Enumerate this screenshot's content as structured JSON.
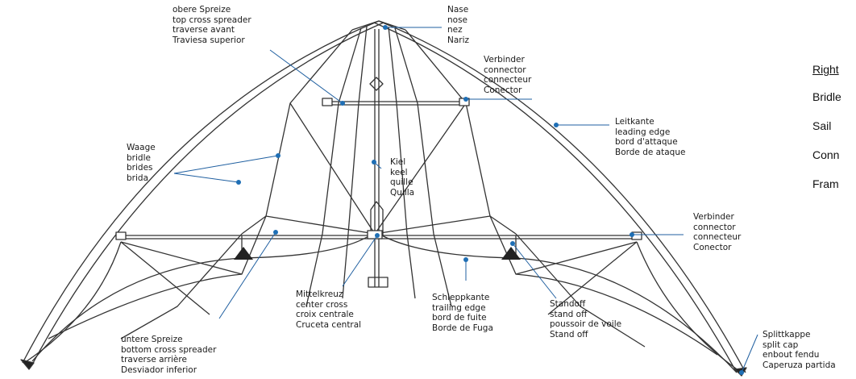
{
  "labels": {
    "nose": [
      "Nase",
      "nose",
      "nez",
      "Nariz"
    ],
    "top_spreader": [
      "obere Spreize",
      "top cross spreader",
      "traverse avant",
      "Traviesa superior"
    ],
    "connector_top": [
      "Verbinder",
      "connector",
      "connecteur",
      "Conector"
    ],
    "bridle": [
      "Waage",
      "bridle",
      "brides",
      "brida"
    ],
    "keel": [
      "Kiel",
      "keel",
      "quille",
      "Quilla"
    ],
    "leading_edge": [
      "Leitkante",
      "leading edge",
      "bord d'attaque",
      "Borde de ataque"
    ],
    "connector_right": [
      "Verbinder",
      "connector",
      "connecteur",
      "Conector"
    ],
    "center_cross": [
      "Mittelkreuz",
      "center cross",
      "croix centrale",
      "Cruceta central"
    ],
    "trailing_edge": [
      "Schleppkante",
      "trailing edge",
      "bord de fuite",
      "Borde de Fuga"
    ],
    "standoff": [
      "Standoff",
      "stand off",
      "poussoir de voile",
      "Stand off"
    ],
    "split_cap": [
      "Splittkappe",
      "split cap",
      "enbout fendu",
      "Caperuza partida"
    ],
    "bottom_spreader": [
      "untere Spreize",
      "bottom cross spreader",
      "traverse arrière",
      "Desviador inferior"
    ]
  },
  "legend": {
    "title": "Right",
    "items": [
      "Bridle",
      "Sail",
      "Conn",
      "Fram"
    ]
  },
  "colors": {
    "leader": "#1f5fa0",
    "dot": "#1f6fb5",
    "frame": "#333333"
  }
}
